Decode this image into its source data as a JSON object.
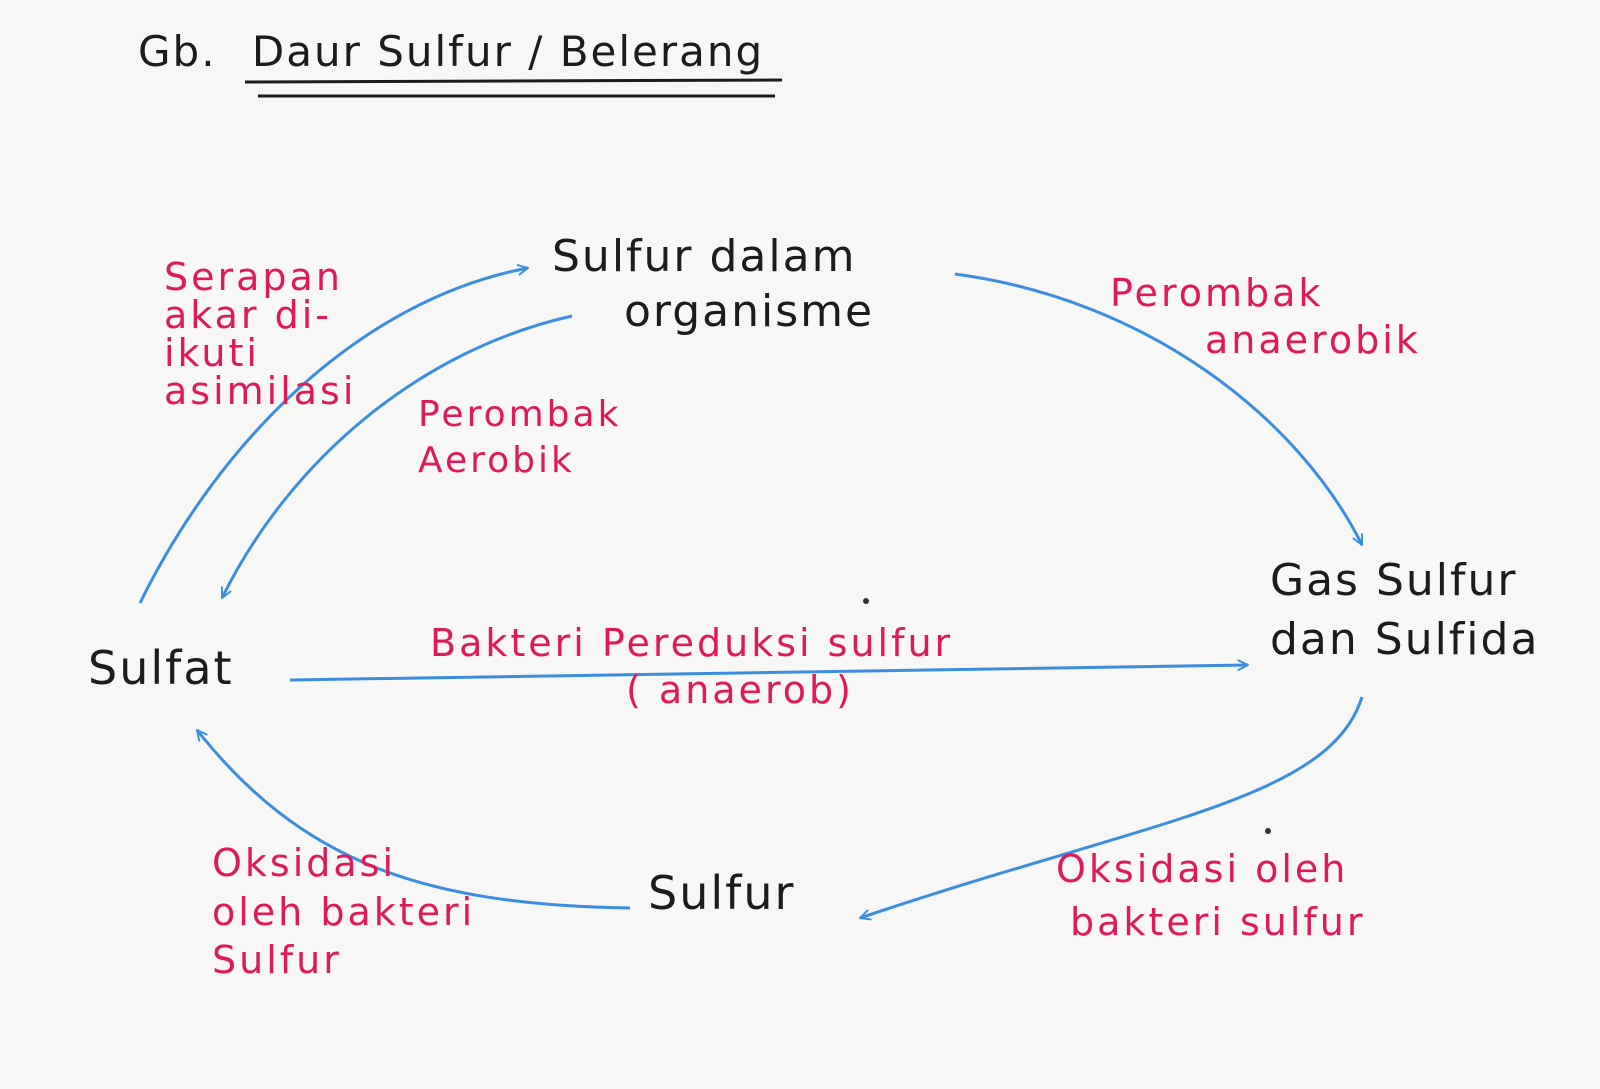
{
  "title": {
    "prefix": "Gb.",
    "text": "Daur Sulfur / Belerang"
  },
  "nodes": {
    "organisme_line1": "Sulfur dalam",
    "organisme_line2": "organisme",
    "gas_line1": "Gas Sulfur",
    "gas_line2": "dan Sulfida",
    "sulfat": "Sulfat",
    "sulfur": "Sulfur"
  },
  "processes": {
    "serapan": [
      "Serapan",
      "akar di-",
      "ikuti",
      "asimilasi"
    ],
    "aerobik": [
      "Perombak",
      "Aerobik"
    ],
    "anaerobik": [
      "Perombak",
      "anaerobik"
    ],
    "pereduksi": [
      "Bakteri Pereduksi sulfur",
      "( anaerob)"
    ],
    "oksidasi_kanan": [
      "Oksidasi oleh",
      "bakteri sulfur"
    ],
    "oksidasi_kiri": [
      "Oksidasi",
      "oleh bakteri",
      "Sulfur"
    ]
  },
  "colors": {
    "arrow": "#3a8ee0",
    "process_text": "#e0195a",
    "node_text": "#1c1c1c"
  }
}
